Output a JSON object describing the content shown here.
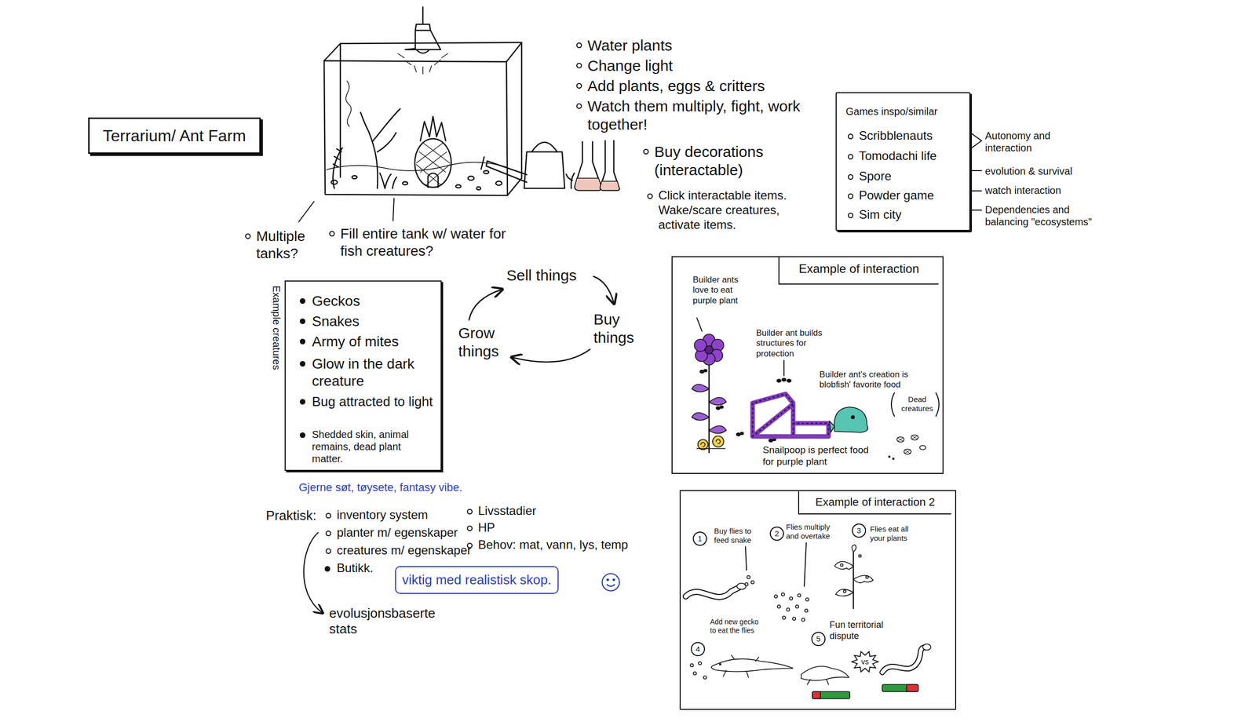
{
  "diagram": {
    "nodes": [
      {
        "text": [
          "Terrarium/ Ant Farm"
        ]
      },
      {
        "text": [
          "Games inspo/similar",
          "Scribblenauts",
          "Tomodachi life",
          "Spore",
          "Powder game",
          "Sim city"
        ]
      },
      {
        "text": [
          "Example creatures",
          "Geckos",
          "Snakes",
          "Army of mites",
          "Glow in the dark creature",
          "Bug attracted to light",
          "Shedded skin, animal remains, dead plant matter."
        ]
      },
      {
        "text": [
          "Example of interaction",
          "Builder ants love to eat purple plant",
          "Builder ant builds structures for protection",
          "Builder ant's creation is blobfish' favorite food",
          "Dead creatures",
          "Snailpoop is perfect food for purple plant"
        ]
      },
      {
        "text": [
          "viktig med realistisk skop."
        ]
      },
      {
        "text": [
          "Example of interaction 2",
          "Buy flies to feed snake",
          "Flies multiply and overtake",
          "Flies eat all your plants",
          "Add new gecko to eat the flies",
          "Fun territorial dispute"
        ]
      },
      {
        "text": [
          "1"
        ],
        "in": 5
      },
      {
        "text": [
          "2"
        ],
        "in": 5
      },
      {
        "text": [
          "3"
        ],
        "in": 5
      },
      {
        "text": [
          "4"
        ],
        "in": 5
      },
      {
        "text": [
          "5"
        ],
        "in": 5
      },
      {
        "text": [
          "vs"
        ],
        "in": 5
      }
    ],
    "labels": [
      "Water plants",
      "Change light",
      "Add plants, eggs & critters",
      "Watch them multiply, fight, work together!",
      "Buy decorations (interactable)",
      "Click interactable items. Wake/scare creatures, activate items.",
      "Multiple tanks?",
      "Fill entire tank w/ water for fish creatures?",
      "Sell things",
      "Buy things",
      "Grow things",
      "Gjerne søt, tøysete, fantasy vibe.",
      "Praktisk:",
      "inventory system",
      "planter m/ egenskaper",
      "creatures m/ egenskaper",
      "Butikk.",
      "Livsstadier",
      "HP",
      "Behov: mat, vann, lys, temp",
      "evolusjonsbaserte stats",
      "Autonomy and interaction",
      "evolution & survival",
      "watch interaction",
      "Dependencies and balancing \"ecosystems\""
    ]
  }
}
